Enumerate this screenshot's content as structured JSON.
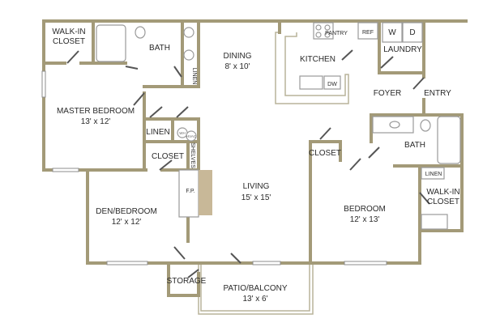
{
  "rooms": {
    "walk_in_closet_master": {
      "line1": "WALK-IN",
      "line2": "CLOSET"
    },
    "master_bath": "BATH",
    "linen_master_bath": "LINEN",
    "dining": {
      "name": "DINING",
      "size": "8' x 10'"
    },
    "kitchen": "KITCHEN",
    "pantry": "PANTRY",
    "ref": "REF",
    "washer": "W",
    "dryer": "D",
    "laundry": "LAUNDRY",
    "foyer": "FOYER",
    "entry": "ENTRY",
    "dishwasher": "DW",
    "master_bedroom": {
      "name": "MASTER BEDROOM",
      "size": "13' x 12'"
    },
    "linen_hall": "LINEN",
    "water_heater": "WH",
    "hvac": "HVAC",
    "closet_hall": "CLOSET",
    "shelves": "SHELVES",
    "fireplace": "F.P.",
    "living": {
      "name": "LIVING",
      "size": "15' x 15'"
    },
    "den_bedroom": {
      "name": "DEN/BEDROOM",
      "size": "12' x 12'"
    },
    "closet_bedroom": "CLOSET",
    "bath_2": "BATH",
    "linen_2": "LINEN",
    "walk_in_closet_2": {
      "line1": "WALK-IN",
      "line2": "CLOSET"
    },
    "bedroom": {
      "name": "BEDROOM",
      "size": "12' x 13'"
    },
    "storage": "STORAGE",
    "patio": {
      "name": "PATIO/BALCONY",
      "size": "13' x 6'"
    }
  },
  "colors": {
    "wall": "#a39a78",
    "hearth": "#c8b898"
  }
}
